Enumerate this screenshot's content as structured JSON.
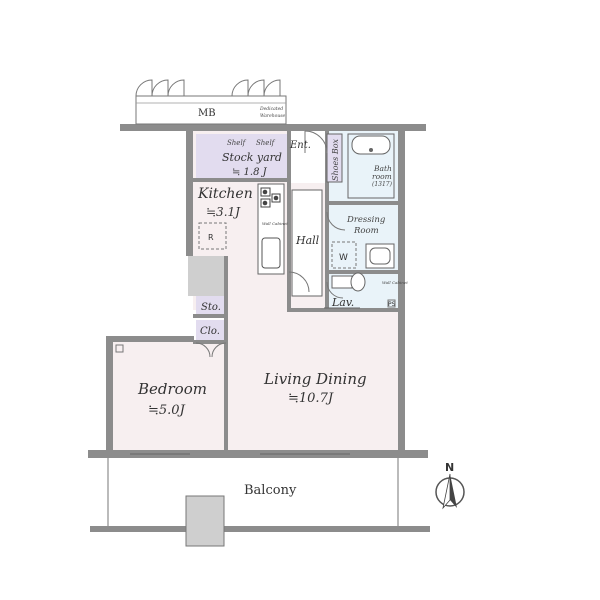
{
  "rooms": {
    "mb": "MB",
    "dedicated": "Dedicated",
    "warehouse": "Warehouse",
    "shelf1": "Shelf",
    "shelf2": "Shelf",
    "stock_yard": "Stock yard",
    "stock_yard_area": "≒ 1.8 J",
    "entrance": "Ent.",
    "shoes_box": "Shoes Box",
    "bath_room_1": "Bath",
    "bath_room_2": "room",
    "bath_room_size": "(1317)",
    "kitchen": "Kitchen",
    "kitchen_area": "≒3.1J",
    "refrigerator": "R",
    "hall": "Hall",
    "dressing_room_1": "Dressing",
    "dressing_room_2": "Room",
    "washer": "W",
    "lavatory": "Lav.",
    "wall_cabinet_1": "Wall Cabinet",
    "wall_cabinet_2": "Wall Cabinet",
    "ps": "PS",
    "storage": "Sto.",
    "closet": "Clo.",
    "bedroom": "Bedroom",
    "bedroom_area": "≒5.0J",
    "living_dining": "Living Dining",
    "living_dining_area": "≒10.7J",
    "balcony": "Balcony"
  },
  "compass": {
    "north": "N"
  },
  "colors": {
    "wall": "#8c8c8c",
    "floor_living": "#f7eff0",
    "floor_wet": "#e9f3f9",
    "storage": "#e2dcef",
    "void": "#cfcfcf",
    "line": "#555555"
  }
}
